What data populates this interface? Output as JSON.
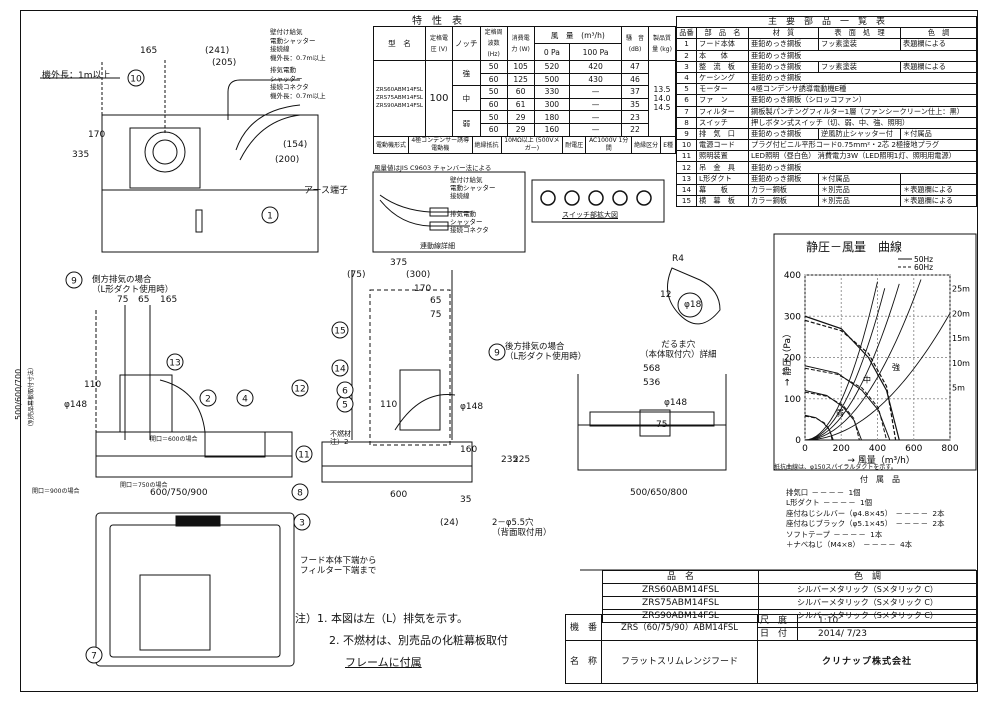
{
  "spec": {
    "title": "特　性　表",
    "headers": [
      "型　名",
      "定格電圧 (V)",
      "ノッチ",
      "定格周波数 (Hz)",
      "消費電力 (W)",
      "風　量　(m³/h)",
      "騒　音 (dB)",
      "製品質量 (kg)"
    ],
    "airflow_sub": [
      "0 Pa",
      "100 Pa"
    ],
    "models": [
      "ZRS60ABM14FSL",
      "ZRS75ABM14FSL",
      "ZRS90ABM14FSL"
    ],
    "voltage": "100",
    "rows": [
      {
        "notch": "強",
        "hz": "50",
        "w": "105",
        "a0": "520",
        "a100": "420",
        "db": "47"
      },
      {
        "notch": "",
        "hz": "60",
        "w": "125",
        "a0": "500",
        "a100": "430",
        "db": "46"
      },
      {
        "notch": "中",
        "hz": "50",
        "w": "60",
        "a0": "330",
        "a100": "—",
        "db": "37"
      },
      {
        "notch": "",
        "hz": "60",
        "w": "61",
        "a0": "300",
        "a100": "—",
        "db": "35"
      },
      {
        "notch": "弱",
        "hz": "50",
        "w": "29",
        "a0": "180",
        "a100": "—",
        "db": "23"
      },
      {
        "notch": "",
        "hz": "60",
        "w": "29",
        "a0": "160",
        "a100": "—",
        "db": "22"
      }
    ],
    "weights": [
      "13.5",
      "14.0",
      "14.5"
    ],
    "row2": [
      "電動機形式",
      "4極コンデンサー誘導電動機",
      "絶縁抵抗",
      "10MΩ以上 (500Vメガー)",
      "耐電圧",
      "AC1000V 1分間",
      "絶縁区分",
      "E種"
    ],
    "note": "風量値はJIS C9603 チャンバー法による"
  },
  "parts": {
    "title": "主　要　部　品　一　覧　表",
    "headers": [
      "品番",
      "部　品　名",
      "材　質",
      "表　面　処　理",
      "色　調"
    ],
    "rows": [
      [
        "1",
        "フード本体",
        "亜鉛めっき鋼板",
        "フッ素塗装",
        "表題欄による"
      ],
      [
        "2",
        "本　　体",
        "亜鉛めっき鋼板",
        "",
        ""
      ],
      [
        "3",
        "整　流　板",
        "亜鉛めっき鋼板",
        "フッ素塗装",
        "表題欄による"
      ],
      [
        "4",
        "ケーシング",
        "亜鉛めっき鋼板",
        "",
        ""
      ],
      [
        "5",
        "モーター",
        "4極コンデンサ誘導電動機E種",
        "",
        ""
      ],
      [
        "6",
        "ファ　ン",
        "亜鉛めっき鋼板（シロッコファン）",
        "",
        ""
      ],
      [
        "7",
        "フィルター",
        "鋼板製パンチングフィルター1層（ファンシークリーン仕上：黒）",
        "",
        ""
      ],
      [
        "8",
        "スイッチ",
        "押しボタン式スイッチ（切、弱、中、強、照明）",
        "",
        ""
      ],
      [
        "9",
        "排　気　口",
        "亜鉛めっき鋼板",
        "逆風防止シャッター付",
        "＊付属品"
      ],
      [
        "10",
        "電源コード",
        "プラグ付ビニル平形コード0.75mm²・2芯 2極接地プラグ",
        "",
        ""
      ],
      [
        "11",
        "照明装置",
        "LED照明（昼白色） 消費電力3W（LED照明1灯、照明用電源）",
        "",
        ""
      ],
      [
        "12",
        "吊　金　具",
        "亜鉛めっき鋼板",
        "",
        ""
      ],
      [
        "13",
        "L形ダクト",
        "亜鉛めっき鋼板",
        "＊付属品",
        ""
      ],
      [
        "14",
        "幕　　板",
        "カラー鋼板",
        "＊別売品",
        "＊表題欄による"
      ],
      [
        "15",
        "横　幕　板",
        "カラー鋼板",
        "＊別売品",
        "＊表題欄による"
      ]
    ]
  },
  "wiring": {
    "caption": "連動線詳細",
    "labels": [
      "壁付け給気",
      "電動シャッター",
      "接続線",
      "排気電動",
      "シャッター",
      "接続コネクタ"
    ]
  },
  "switch": {
    "caption": "スイッチ部拡大図"
  },
  "chart_data": {
    "type": "line",
    "title": "静圧－風量　曲線",
    "xlabel": "風量（m³/h）",
    "ylabel": "静圧（Pa）",
    "xlim": [
      0,
      800
    ],
    "ylim": [
      0,
      400
    ],
    "xticks": [
      "0",
      "200",
      "400",
      "600",
      "800"
    ],
    "yticks": [
      "100",
      "200",
      "300",
      "400"
    ],
    "legend": [
      "50Hz",
      "60Hz"
    ],
    "curve_labels": [
      "強",
      "中",
      "弱"
    ],
    "duct_labels": [
      "25m",
      "20m",
      "15m",
      "10m",
      "5m"
    ],
    "note": "抵抗曲線は、φ150スパイラルダクトを示す。",
    "series": [
      {
        "name": "50Hz",
        "values": [
          [
            0,
            300
          ],
          [
            200,
            270
          ],
          [
            350,
            200
          ],
          [
            450,
            120
          ],
          [
            520,
            0
          ]
        ]
      },
      {
        "name": "60Hz",
        "values": [
          [
            0,
            290
          ],
          [
            200,
            265
          ],
          [
            350,
            210
          ],
          [
            450,
            130
          ],
          [
            500,
            0
          ]
        ]
      }
    ]
  },
  "accessories": {
    "title": "付　属　品",
    "items": [
      [
        "排気口",
        "1個"
      ],
      [
        "L形ダクト",
        "1個"
      ],
      [
        "座付ねじシルバー（φ4.8×45）",
        "2本"
      ],
      [
        "座付ねじブラック（φ5.1×45）",
        "2本"
      ],
      [
        "ソフトテープ",
        "1本"
      ],
      [
        "＋ナベねじ（M4×8）",
        "4本"
      ]
    ]
  },
  "color_table": {
    "headers": [
      "品　名",
      "色　調"
    ],
    "rows": [
      [
        "ZRS60ABM14FSL",
        "シルバーメタリック（Sメタリック C）"
      ],
      [
        "ZRS75ABM14FSL",
        "シルバーメタリック（Sメタリック C）"
      ],
      [
        "ZRS90ABM14FSL",
        "シルバーメタリック（Sメタリック C）"
      ]
    ]
  },
  "title_block": {
    "kiban_label": "機　番",
    "kiban": "ZRS（60/75/90）ABM14FSL",
    "scale_label": "尺　度",
    "scale": "1:10",
    "date_label": "日　付",
    "date": "2014/ 7/23",
    "name_label": "名　称",
    "name": "フラットスリムレンジフード",
    "company": "クリナップ株式会社"
  },
  "notes": [
    "注）1. 本図は左（L）排気を示す。",
    "2. 不燃材は、別売品の化粧幕板取付",
    "フレームに付属"
  ],
  "labels": {
    "cord_length": "機外長：1m以上",
    "earth": "アース端子",
    "supply": [
      "壁付け給気",
      "電動シャッター",
      "接続線",
      "機外長：0.7m以上"
    ],
    "exhaust": [
      "排気電動",
      "シャッター",
      "接続コネクタ",
      "機外長：0.7m以上"
    ],
    "side_exhaust": [
      "側方排気の場合",
      "（L形ダクト使用時）"
    ],
    "rear_exhaust": [
      "後方排気の場合",
      "（L形ダクト使用時）"
    ],
    "hole_detail": [
      "だるま穴",
      "（本体取付穴）詳細"
    ],
    "rear_mount": [
      "2－φ5.5穴",
      "（背面取付用）"
    ],
    "filter_note": [
      "フード本体下端から",
      "フィルター下端まで"
    ],
    "open600": "開口＝600の場合",
    "open750": "開口＝750の場合",
    "open900": "開口＝900の場合",
    "nonflammable": [
      "不燃材",
      "注）2"
    ],
    "vert_height": "500/600/700",
    "vert_height_note": "（別売品幕板取付寸法）"
  },
  "dims": {
    "top": [
      "165",
      "(241)",
      "(205)",
      "335",
      "170",
      "(154)",
      "(200)"
    ],
    "front": [
      "75",
      "65",
      "165",
      "110",
      "φ148",
      "600/750/900"
    ],
    "side": [
      "375",
      "(75)",
      "(300)",
      "170",
      "65",
      "75",
      "110",
      "φ148",
      "160",
      "600",
      "35",
      "(24)"
    ],
    "back": [
      "568",
      "536",
      "φ148",
      "75",
      "235",
      "225",
      "500/650/800"
    ],
    "hole": [
      "R4",
      "12",
      "φ18"
    ]
  },
  "balloons": [
    "1",
    "2",
    "3",
    "4",
    "5",
    "6",
    "7",
    "8",
    "9",
    "10",
    "11",
    "12",
    "13",
    "14",
    "15"
  ]
}
